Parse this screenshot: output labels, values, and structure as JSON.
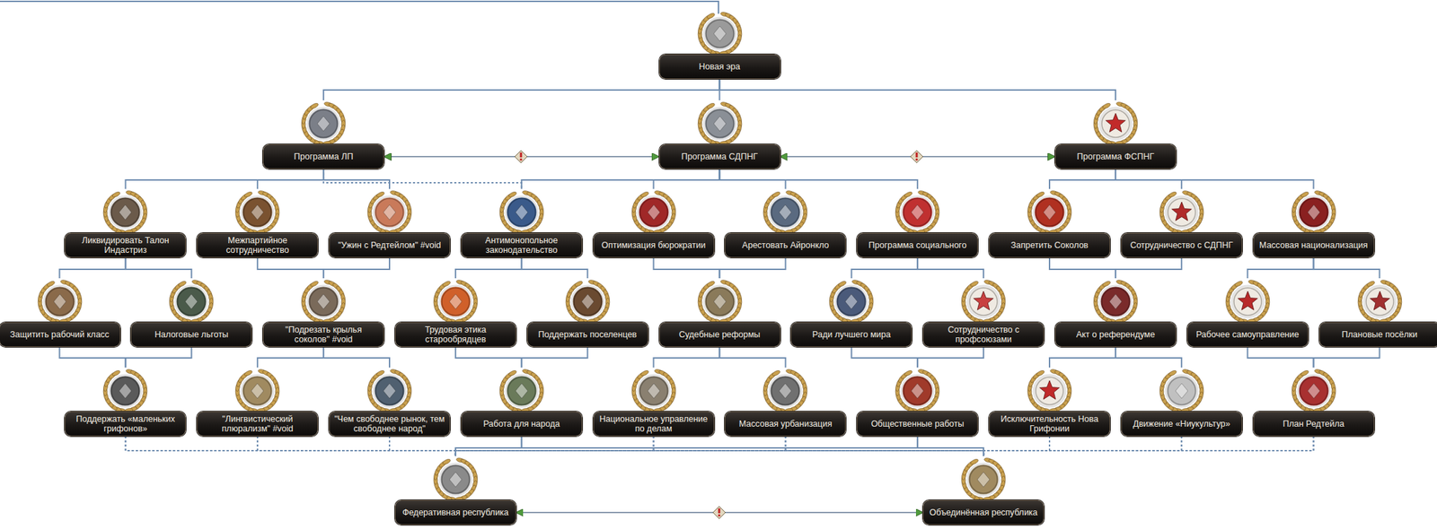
{
  "diagram": {
    "nodes": [
      {
        "text": [
          "Новая эра"
        ]
      },
      {
        "text": [
          "Программа ЛП"
        ]
      },
      {
        "text": [
          "Программа СДПНГ"
        ]
      },
      {
        "text": [
          "Программа ФСПНГ"
        ]
      },
      {
        "text": [
          "Ликвидировать Талон Индастриз"
        ]
      },
      {
        "text": [
          "Межпартийное сотрудничество"
        ]
      },
      {
        "text": [
          "\"Ужин с Редтейлом\" #void"
        ]
      },
      {
        "text": [
          "Антимонопольное законодательство"
        ]
      },
      {
        "text": [
          "Оптимизация бюрократии"
        ]
      },
      {
        "text": [
          "Арестовать Айронкло"
        ]
      },
      {
        "text": [
          "Программа социального"
        ]
      },
      {
        "text": [
          "Запретить Соколов"
        ]
      },
      {
        "text": [
          "Сотрудничество с СДПНГ"
        ]
      },
      {
        "text": [
          "Массовая национализация"
        ]
      },
      {
        "text": [
          "Защитить рабочий класс"
        ]
      },
      {
        "text": [
          "Налоговые льготы"
        ]
      },
      {
        "text": [
          "\"Подрезать крылья соколов\" #void"
        ]
      },
      {
        "text": [
          "Трудовая этика старообрядцев"
        ]
      },
      {
        "text": [
          "Поддержать поселенцев"
        ]
      },
      {
        "text": [
          "Судебные реформы"
        ]
      },
      {
        "text": [
          "Ради лучшего мира"
        ]
      },
      {
        "text": [
          "Сотрудничество с профсоюзами"
        ]
      },
      {
        "text": [
          "Акт о референдуме"
        ]
      },
      {
        "text": [
          "Рабочее самоуправление"
        ]
      },
      {
        "text": [
          "Плановые посёлки"
        ]
      },
      {
        "text": [
          "Поддержать «маленьких грифонов»"
        ]
      },
      {
        "text": [
          "\"Лингвистический плюрализм\" #void"
        ]
      },
      {
        "text": [
          "\"Чем свободнее рынок, тем свободнее народ\""
        ]
      },
      {
        "text": [
          "Работа для народа"
        ]
      },
      {
        "text": [
          "Национальное управление по делам"
        ]
      },
      {
        "text": [
          "Массовая урбанизация"
        ]
      },
      {
        "text": [
          "Общественные работы"
        ]
      },
      {
        "text": [
          "Исключительность Нова Грифонии"
        ]
      },
      {
        "text": [
          "Движение «Ниукультур»"
        ]
      },
      {
        "text": [
          "План Редтейла"
        ]
      },
      {
        "text": [
          "Федеративная республика"
        ]
      },
      {
        "text": [
          "Объединённая республика"
        ]
      }
    ],
    "edges": [
      {
        "from": 0,
        "to": 1,
        "arrow": "none"
      },
      {
        "from": 0,
        "to": 2,
        "arrow": "none"
      },
      {
        "from": 0,
        "to": 3,
        "arrow": "none"
      },
      {
        "from": 1,
        "to": 2,
        "arrow": "both"
      },
      {
        "from": 2,
        "to": 3,
        "arrow": "both"
      },
      {
        "from": 1,
        "to": 4,
        "arrow": "none"
      },
      {
        "from": 1,
        "to": 5,
        "arrow": "none"
      },
      {
        "from": 1,
        "to": 6,
        "arrow": "none"
      },
      {
        "from": 1,
        "to": 7,
        "arrow": "none"
      },
      {
        "from": 2,
        "to": 7,
        "arrow": "none"
      },
      {
        "from": 2,
        "to": 8,
        "arrow": "none"
      },
      {
        "from": 2,
        "to": 9,
        "arrow": "none"
      },
      {
        "from": 2,
        "to": 10,
        "arrow": "none"
      },
      {
        "from": 3,
        "to": 11,
        "arrow": "none"
      },
      {
        "from": 3,
        "to": 12,
        "arrow": "none"
      },
      {
        "from": 3,
        "to": 13,
        "arrow": "none"
      },
      {
        "from": 4,
        "to": 14,
        "arrow": "none"
      },
      {
        "from": 4,
        "to": 15,
        "arrow": "none"
      },
      {
        "from": 5,
        "to": 16,
        "arrow": "none"
      },
      {
        "from": 6,
        "to": 16,
        "arrow": "none"
      },
      {
        "from": 7,
        "to": 17,
        "arrow": "none"
      },
      {
        "from": 7,
        "to": 18,
        "arrow": "none"
      },
      {
        "from": 8,
        "to": 19,
        "arrow": "none"
      },
      {
        "from": 9,
        "to": 19,
        "arrow": "none"
      },
      {
        "from": 10,
        "to": 20,
        "arrow": "none"
      },
      {
        "from": 10,
        "to": 21,
        "arrow": "none"
      },
      {
        "from": 11,
        "to": 22,
        "arrow": "none"
      },
      {
        "from": 12,
        "to": 22,
        "arrow": "none"
      },
      {
        "from": 13,
        "to": 23,
        "arrow": "none"
      },
      {
        "from": 13,
        "to": 24,
        "arrow": "none"
      },
      {
        "from": 14,
        "to": 25,
        "arrow": "none"
      },
      {
        "from": 15,
        "to": 25,
        "arrow": "none"
      },
      {
        "from": 16,
        "to": 26,
        "arrow": "none"
      },
      {
        "from": 16,
        "to": 27,
        "arrow": "none"
      },
      {
        "from": 17,
        "to": 28,
        "arrow": "none"
      },
      {
        "from": 18,
        "to": 28,
        "arrow": "none"
      },
      {
        "from": 19,
        "to": 29,
        "arrow": "none"
      },
      {
        "from": 19,
        "to": 30,
        "arrow": "none"
      },
      {
        "from": 20,
        "to": 31,
        "arrow": "none"
      },
      {
        "from": 21,
        "to": 31,
        "arrow": "none"
      },
      {
        "from": 22,
        "to": 32,
        "arrow": "none"
      },
      {
        "from": 22,
        "to": 33,
        "arrow": "none"
      },
      {
        "from": 23,
        "to": 34,
        "arrow": "none"
      },
      {
        "from": 24,
        "to": 34,
        "arrow": "none"
      },
      {
        "from": 28,
        "to": 35,
        "arrow": "none"
      },
      {
        "from": 28,
        "to": 36,
        "arrow": "none"
      },
      {
        "from": 31,
        "to": 35,
        "arrow": "none"
      },
      {
        "from": 31,
        "to": 36,
        "arrow": "none"
      },
      {
        "from": 25,
        "to": 35,
        "arrow": "none"
      },
      {
        "from": 25,
        "to": 36,
        "arrow": "none"
      },
      {
        "from": 26,
        "to": 35,
        "arrow": "none"
      },
      {
        "from": 26,
        "to": 36,
        "arrow": "none"
      },
      {
        "from": 27,
        "to": 35,
        "arrow": "none"
      },
      {
        "from": 27,
        "to": 36,
        "arrow": "none"
      },
      {
        "from": 29,
        "to": 35,
        "arrow": "none"
      },
      {
        "from": 29,
        "to": 36,
        "arrow": "none"
      },
      {
        "from": 30,
        "to": 35,
        "arrow": "none"
      },
      {
        "from": 30,
        "to": 36,
        "arrow": "none"
      },
      {
        "from": 32,
        "to": 35,
        "arrow": "none"
      },
      {
        "from": 32,
        "to": 36,
        "arrow": "none"
      },
      {
        "from": 33,
        "to": 35,
        "arrow": "none"
      },
      {
        "from": 33,
        "to": 36,
        "arrow": "none"
      },
      {
        "from": 34,
        "to": 35,
        "arrow": "none"
      },
      {
        "from": 34,
        "to": 36,
        "arrow": "none"
      },
      {
        "from": 35,
        "to": 36,
        "arrow": "both"
      }
    ]
  }
}
